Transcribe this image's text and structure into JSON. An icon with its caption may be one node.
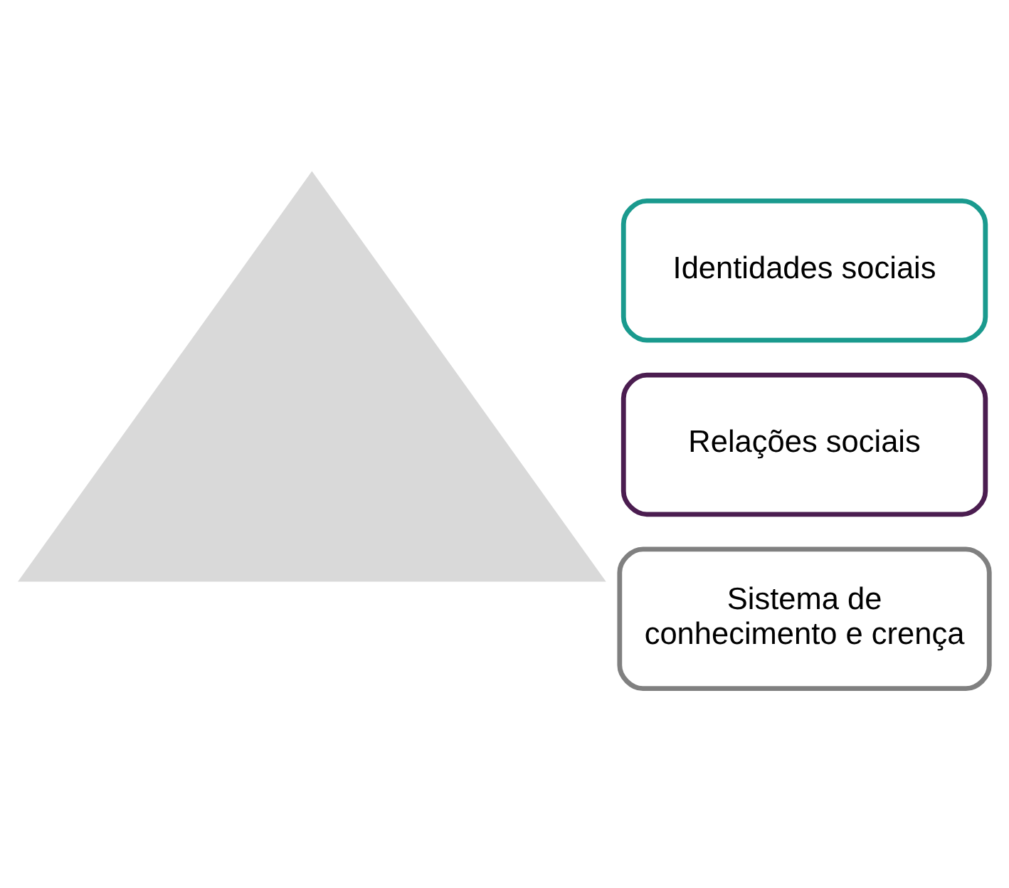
{
  "diagram": {
    "nodes": [
      {
        "text": [],
        "shape": "triangle"
      },
      {
        "text": [
          "Identidades sociais"
        ]
      },
      {
        "text": [
          "Relações sociais"
        ]
      },
      {
        "text": [
          "Sistema de conhecimento e crença"
        ]
      }
    ],
    "edges": []
  }
}
